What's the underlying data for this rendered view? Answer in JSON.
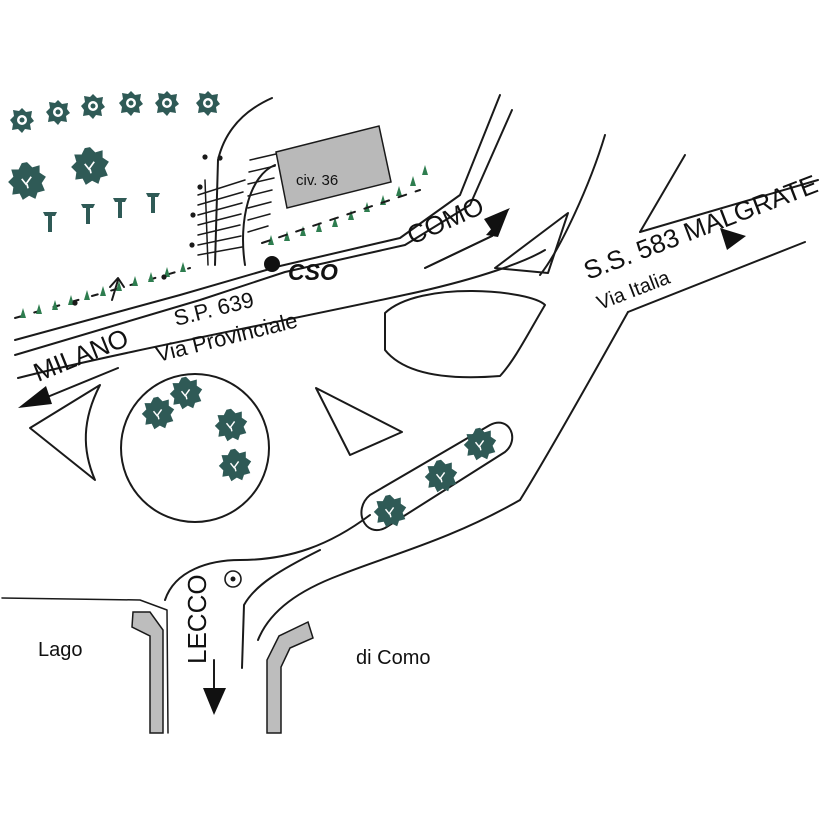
{
  "labels": {
    "milano": "MILANO",
    "sp639": "S.P. 639",
    "via_provinciale": "Via Provinciale",
    "como": "COMO",
    "ss583": "S.S. 583 MALGRATE",
    "via_italia": "Via Italia",
    "lecco": "LECCO",
    "cso": "CSO",
    "civ36": "civ. 36",
    "lago": "Lago",
    "di_como": "di Como"
  },
  "colors": {
    "building": "#b9b9b9",
    "tree": "#2f5a56",
    "hedge": "#2e7d4f",
    "shore": "#bdbdbd",
    "line": "#1a1a1a"
  },
  "icons": {
    "location": "filled-dot-icon",
    "arrow": "direction-arrow-icon",
    "bus_stop": "circle-dot-icon"
  }
}
